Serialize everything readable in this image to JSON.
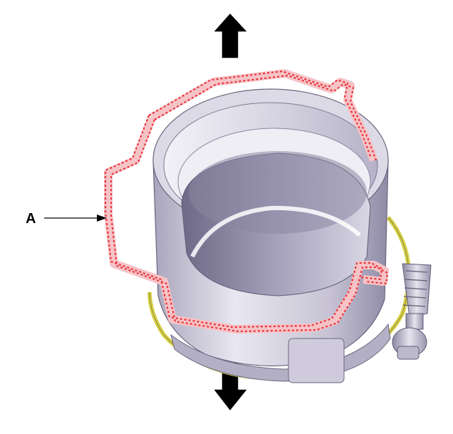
{
  "callout": {
    "label": "A"
  },
  "arrows": {
    "up": "pull-up",
    "down": "pull-down"
  },
  "colors": {
    "highlight": "#e8343c",
    "highlight_fill": "#f6c3c6",
    "body_light": "#eceaf2",
    "body_mid": "#c9c5d6",
    "body_dark": "#8e8aa4",
    "clamp": "#d8d24a",
    "arrow": "#000000"
  }
}
